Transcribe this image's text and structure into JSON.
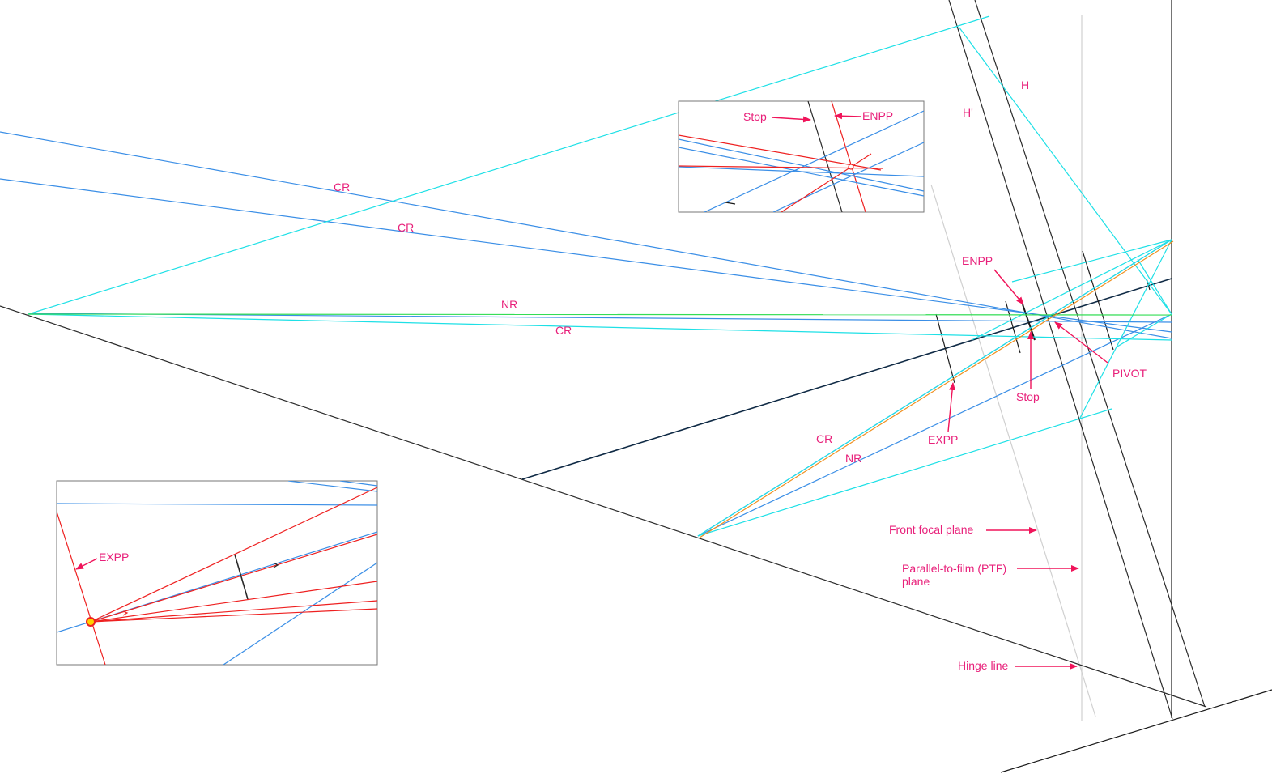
{
  "diagram": {
    "colors": {
      "label": "#e8207a",
      "black_line": "#2a2a2a",
      "dark_navy": "#0f2a45",
      "blue_ray": "#3a8ee6",
      "cyan_ray": "#1ee0e6",
      "green_ray": "#33dd55",
      "orange_ray": "#f09020",
      "red_ray": "#ee2020",
      "gray_plane": "#d0d0d0",
      "arrow": "#f0145a"
    },
    "labels": {
      "cr_1": "CR",
      "cr_2": "CR",
      "nr_top": "NR",
      "cr_3": "CR",
      "h": "H",
      "h_prime": "H'",
      "enpp": "ENPP",
      "pivot": "PIVOT",
      "stop": "Stop",
      "expp": "EXPP",
      "cr_lower": "CR",
      "nr_lower": "NR",
      "front_focal_plane": "Front focal plane",
      "ptf_line1": "Parallel-to-film (PTF)",
      "ptf_line2": "plane",
      "hinge_line": "Hinge line"
    },
    "inset_top": {
      "stop": "Stop",
      "enpp": "ENPP"
    },
    "inset_bottom": {
      "expp": "EXPP"
    }
  }
}
